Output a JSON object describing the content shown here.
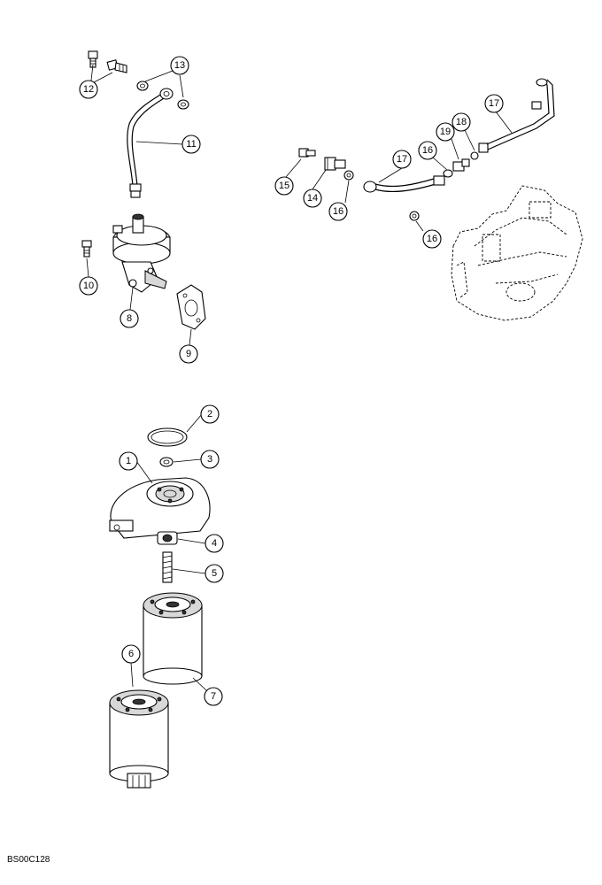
{
  "figure_id": "BS00C128",
  "callouts": {
    "c1": "1",
    "c2": "2",
    "c3": "3",
    "c4": "4",
    "c5": "5",
    "c6": "6",
    "c7": "7",
    "c8": "8",
    "c9": "9",
    "c10": "10",
    "c11": "11",
    "c12": "12",
    "c13": "13",
    "c14": "14",
    "c15": "15",
    "c16a": "16",
    "c16b": "16",
    "c16c": "16",
    "c17a": "17",
    "c17b": "17",
    "c18": "18",
    "c19": "19"
  }
}
